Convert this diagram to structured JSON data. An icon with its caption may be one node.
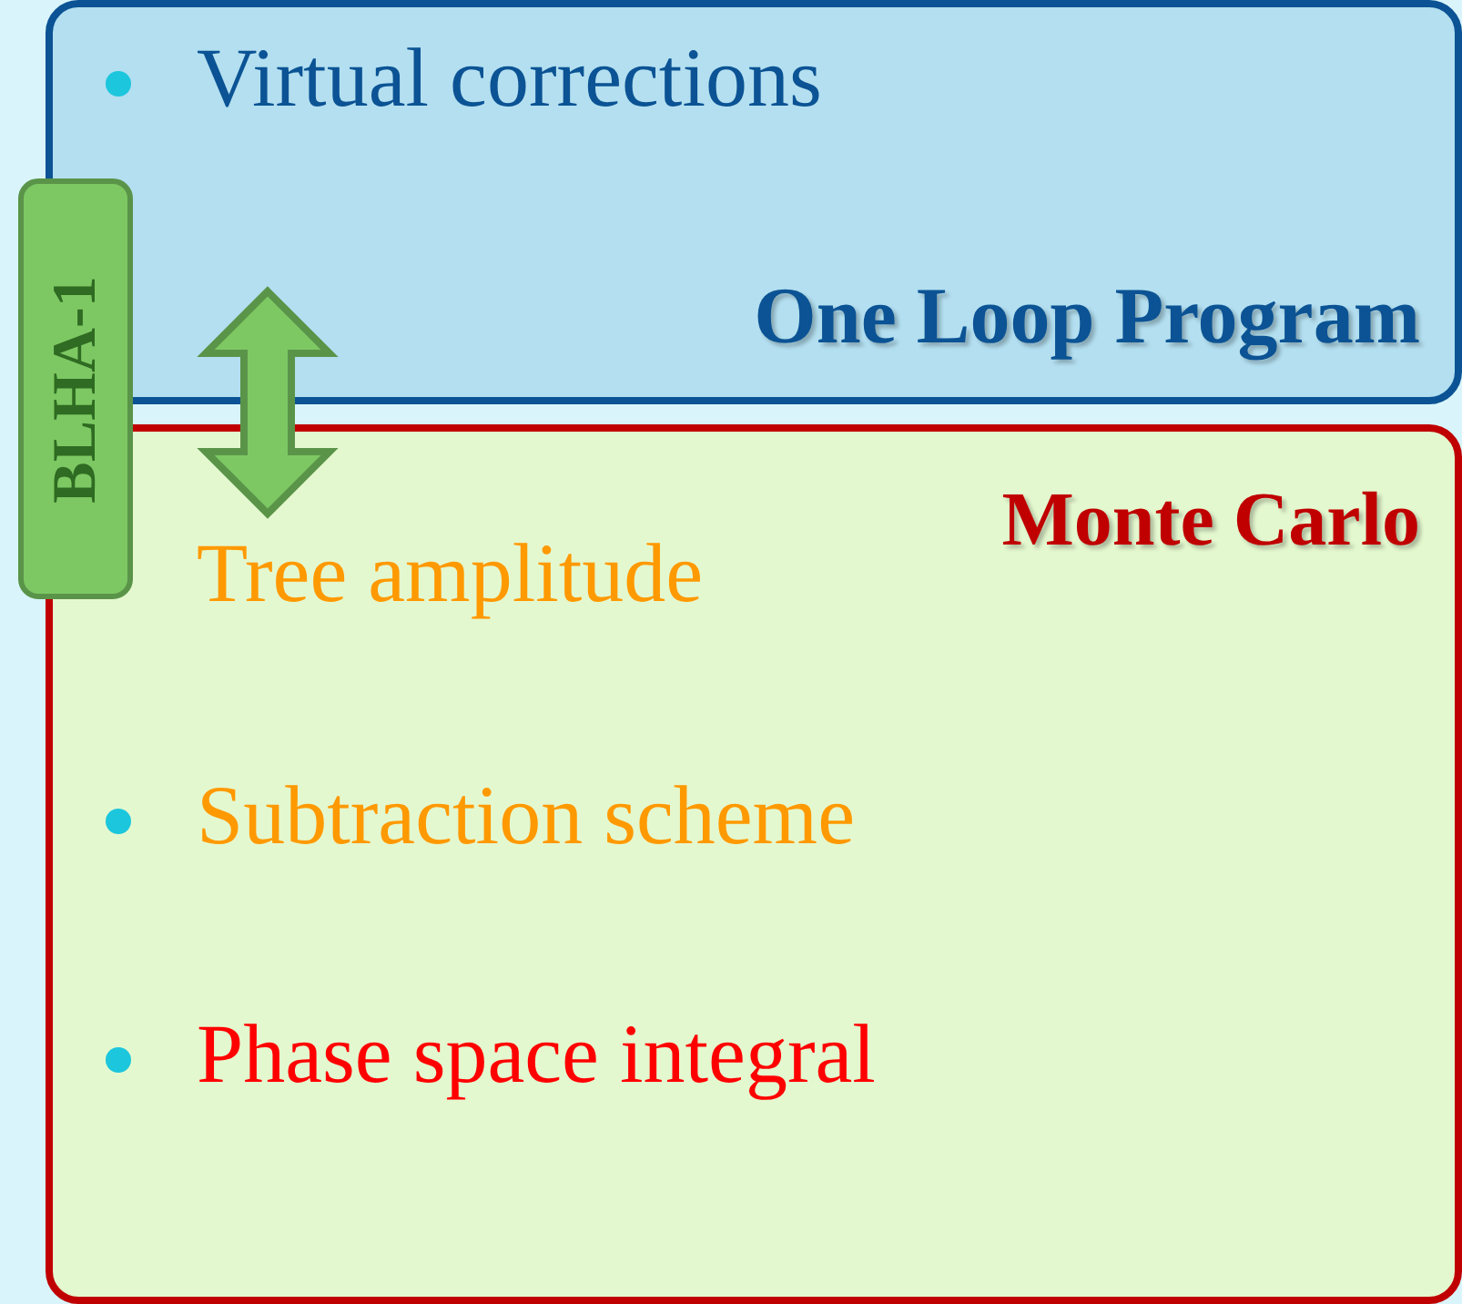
{
  "diagram": {
    "nodes": [
      {
        "text": [
          "Virtual corrections",
          "One Loop Program"
        ]
      },
      {
        "text": [
          "Monte Carlo",
          "Tree amplitude",
          "Subtraction scheme",
          "Phase space integral"
        ]
      },
      {
        "text": [
          "BLHA-1"
        ]
      }
    ],
    "edges": [
      {
        "from": 0,
        "to": 1,
        "arrow": "both",
        "style": "thick"
      }
    ]
  }
}
